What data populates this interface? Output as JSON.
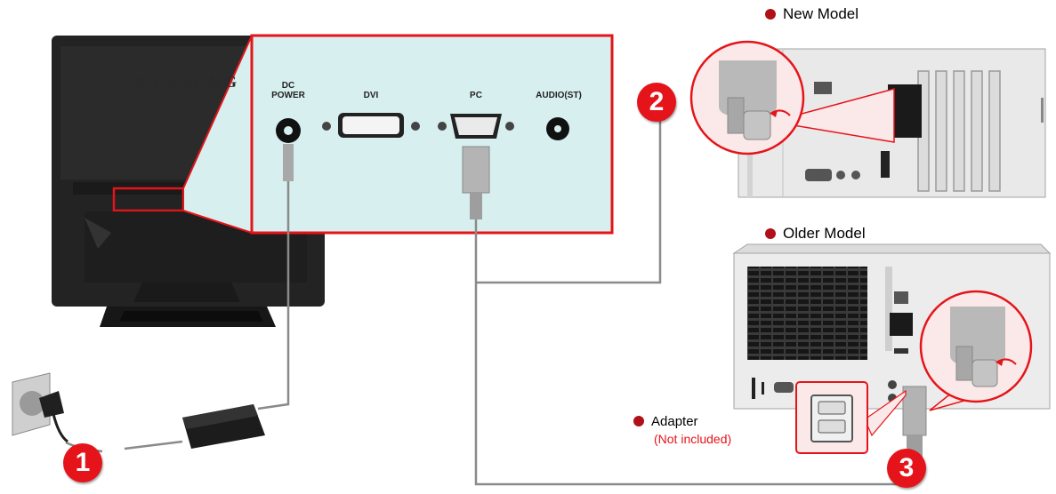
{
  "colors": {
    "accent_red": "#e5141a",
    "panel_fill": "#d7efef",
    "monitor_body": "#232323",
    "pc_case": "#e9e9e9",
    "cable": "#8a8a8a"
  },
  "monitor": {
    "brand": "SAMSUNG"
  },
  "connector_panel": {
    "ports": [
      {
        "label": "DC\nPOWER"
      },
      {
        "label": "DVI"
      },
      {
        "label": "PC"
      },
      {
        "label": "AUDIO(ST)"
      }
    ]
  },
  "computers": {
    "new_model_label": "New Model",
    "older_model_label": "Older Model"
  },
  "adapter": {
    "label": "Adapter",
    "note": "(Not included)"
  },
  "steps": [
    {
      "number": "1"
    },
    {
      "number": "2"
    },
    {
      "number": "3"
    }
  ],
  "icons": {
    "wall_outlet": "wall-outlet-icon",
    "power_adapter": "power-adapter-icon",
    "dvi_port": "dvi-port-icon",
    "vga_port": "vga-port-icon"
  }
}
